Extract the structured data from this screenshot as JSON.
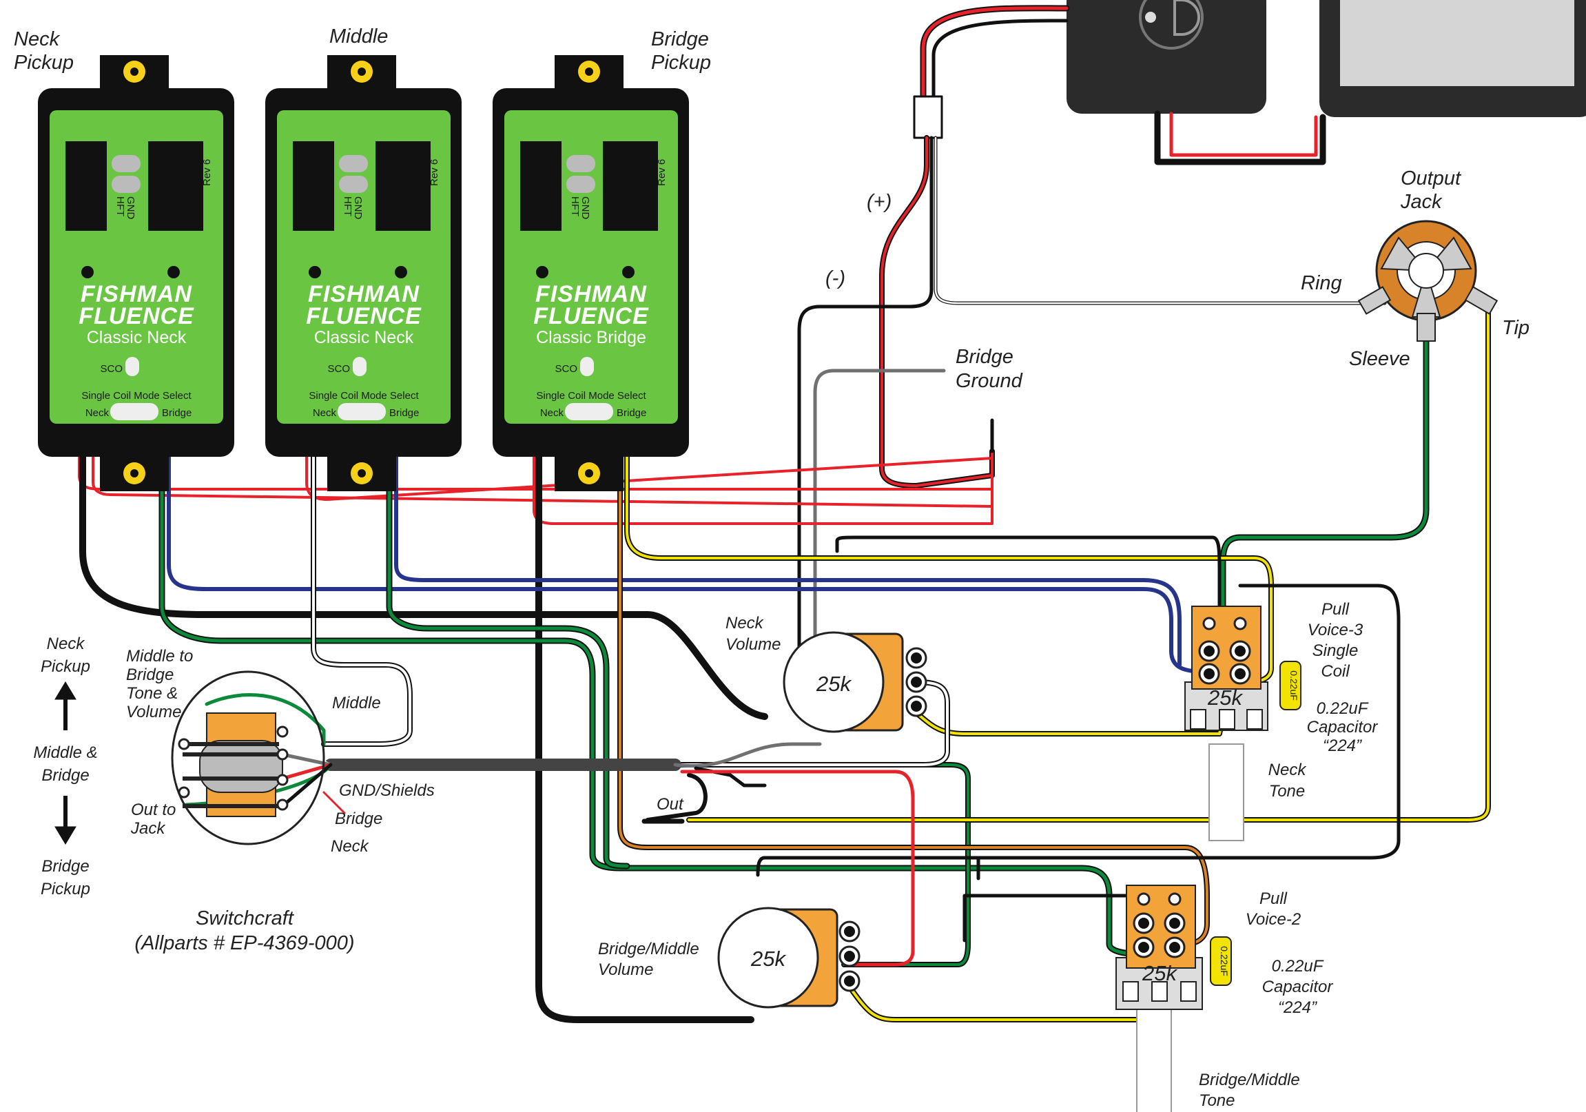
{
  "pickups": [
    {
      "title_line1": "Neck",
      "title_line2": "Pickup",
      "brand": "FISHMAN",
      "series": "FLUENCE",
      "model": "Classic Neck",
      "sco": "SCO",
      "mode_select": "Single Coil Mode Select",
      "left_tag": "Neck",
      "right_tag": "Bridge",
      "rev": "Rev 6",
      "gnd": "GND",
      "hft": "HFT"
    },
    {
      "title_line1": "Middle",
      "title_line2": "",
      "brand": "FISHMAN",
      "series": "FLUENCE",
      "model": "Classic Neck",
      "sco": "SCO",
      "mode_select": "Single Coil Mode Select",
      "left_tag": "Neck",
      "right_tag": "Bridge",
      "rev": "Rev 6",
      "gnd": "GND",
      "hft": "HFT"
    },
    {
      "title_line1": "Bridge",
      "title_line2": "Pickup",
      "brand": "FISHMAN",
      "series": "FLUENCE",
      "model": "Classic Bridge",
      "sco": "SCO",
      "mode_select": "Single Coil Mode Select",
      "left_tag": "Neck",
      "right_tag": "Bridge",
      "rev": "Rev 6",
      "gnd": "GND",
      "hft": "HFT"
    }
  ],
  "labels": {
    "plus": "(+)",
    "minus": "(-)",
    "output_jack_1": "Output",
    "output_jack_2": "Jack",
    "ring": "Ring",
    "tip": "Tip",
    "sleeve": "Sleeve",
    "bridge_ground_1": "Bridge",
    "bridge_ground_2": "Ground",
    "neck_volume_1": "Neck",
    "neck_volume_2": "Volume",
    "pull_voice3_1": "Pull",
    "pull_voice3_2": "Voice-3",
    "pull_voice3_3": "Single",
    "pull_voice3_4": "Coil",
    "cap_text_1": "0.22uF",
    "cap_text_2": "Capacitor",
    "cap_text_3": "“224”",
    "neck_tone_1": "Neck",
    "neck_tone_2": "Tone",
    "pull_voice2_1": "Pull",
    "pull_voice2_2": "Voice-2",
    "bm_volume_1": "Bridge/Middle",
    "bm_volume_2": "Volume",
    "bm_tone_1": "Bridge/Middle",
    "bm_tone_2": "Tone",
    "switch_neck_1": "Neck",
    "switch_neck_2": "Pickup",
    "switch_mb_1": "Middle &",
    "switch_mb_2": "Bridge",
    "switch_bridge_1": "Bridge",
    "switch_bridge_2": "Pickup",
    "mtb_1": "Middle to",
    "mtb_2": "Bridge",
    "mtb_3": "Tone &",
    "mtb_4": "Volume",
    "out_jack_1": "Out to",
    "out_jack_2": "Jack",
    "sw_middle": "Middle",
    "sw_gnd": "GND/Shields",
    "sw_bridge": "Bridge",
    "sw_neck": "Neck",
    "out": "Out",
    "switchcraft_1": "Switchcraft",
    "switchcraft_2": "(Allparts # EP-4369-000)",
    "pot_value": "25k",
    "cap_body": "0.22uF"
  },
  "colors": {
    "wire_red": "#e8222a",
    "wire_black": "#111111",
    "wire_white": "#ffffff",
    "wire_green": "#0a8a3a",
    "wire_blue": "#27348b",
    "wire_yellow": "#f2e400",
    "wire_orange": "#d8822a",
    "wire_gray": "#707070",
    "pcb_green": "#6ac642",
    "pot_orange": "#f2a33a",
    "mount_yellow": "#f7d117"
  }
}
